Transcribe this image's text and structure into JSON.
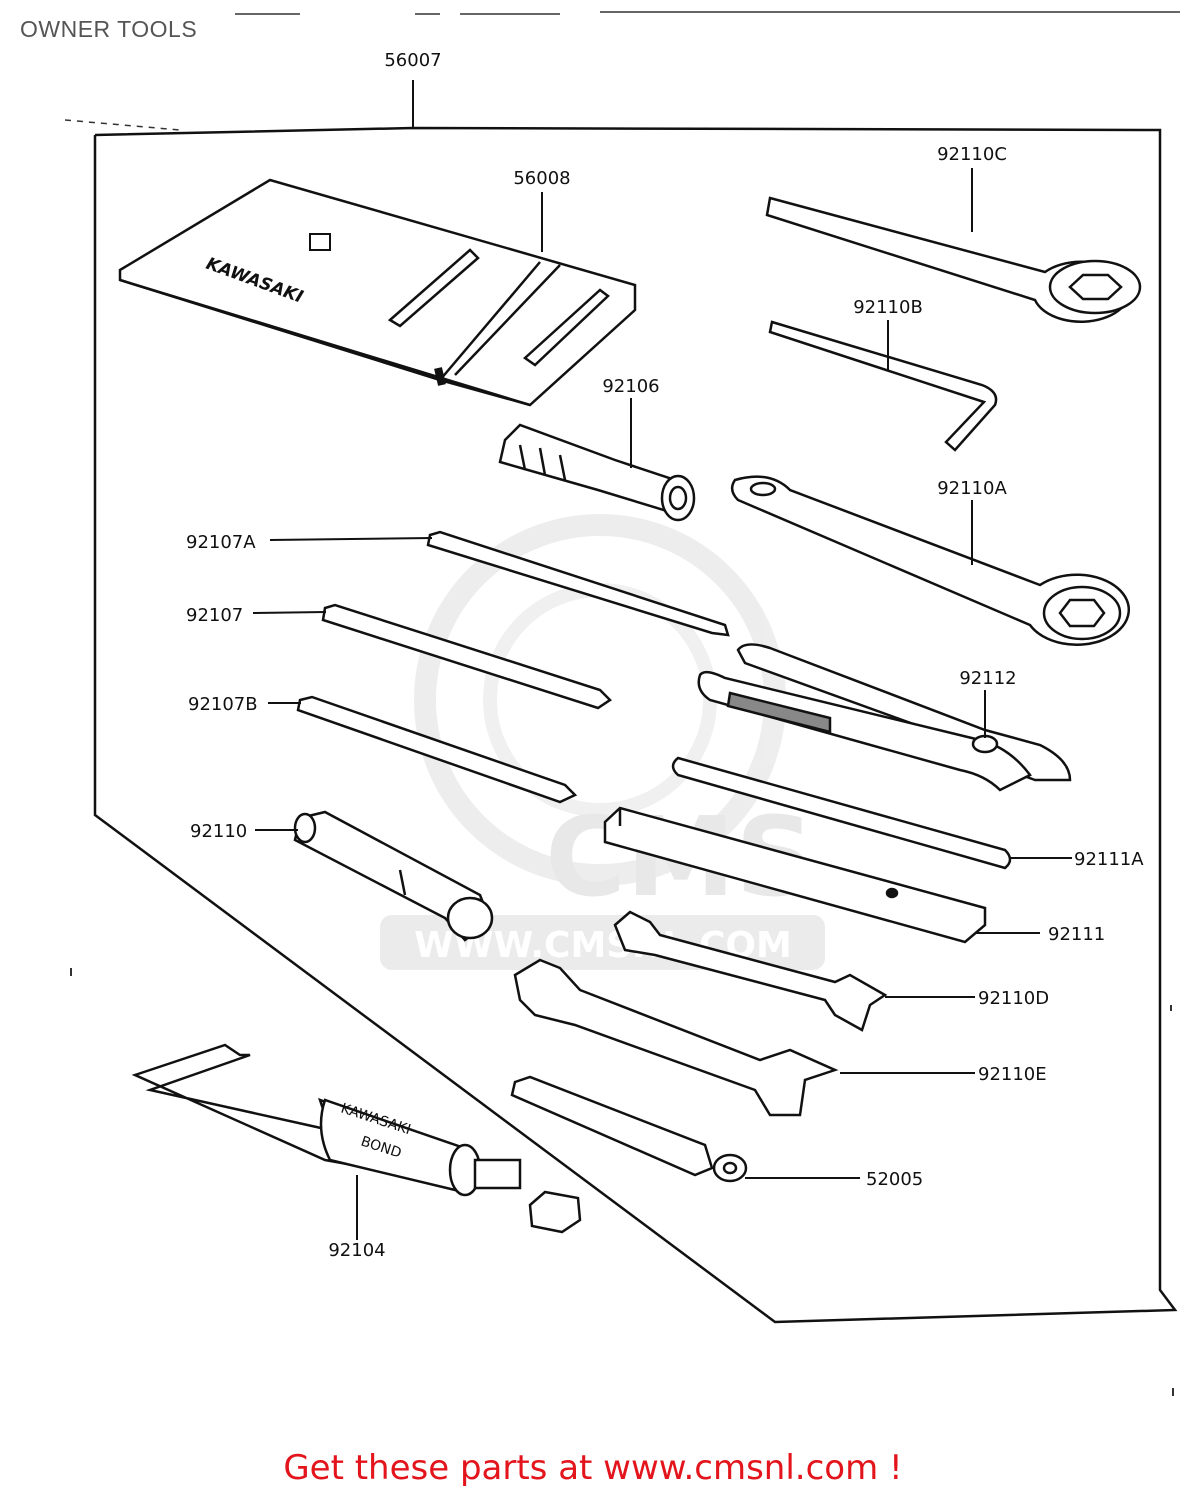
{
  "title": "OWNER TOOLS",
  "watermark": {
    "logo": "CMS",
    "url": "WWW.CMSNL.COM"
  },
  "parts": {
    "p56007": "56007",
    "p56008": "56008",
    "p92110C": "92110C",
    "p92110B": "92110B",
    "p92106": "92106",
    "p92110A": "92110A",
    "p92107A": "92107A",
    "p92107": "92107",
    "p92112": "92112",
    "p92107B": "92107B",
    "p92110": "92110",
    "p92111A": "92111A",
    "p92111": "92111",
    "p92110D": "92110D",
    "p92110E": "92110E",
    "p52005": "52005",
    "p92104": "92104"
  },
  "imprints": {
    "pouch_brand": "KAWASAKI",
    "tube_brand": "KAWASAKI",
    "tube_product": "BOND"
  },
  "footer": "Get these parts at www.cmsnl.com !"
}
